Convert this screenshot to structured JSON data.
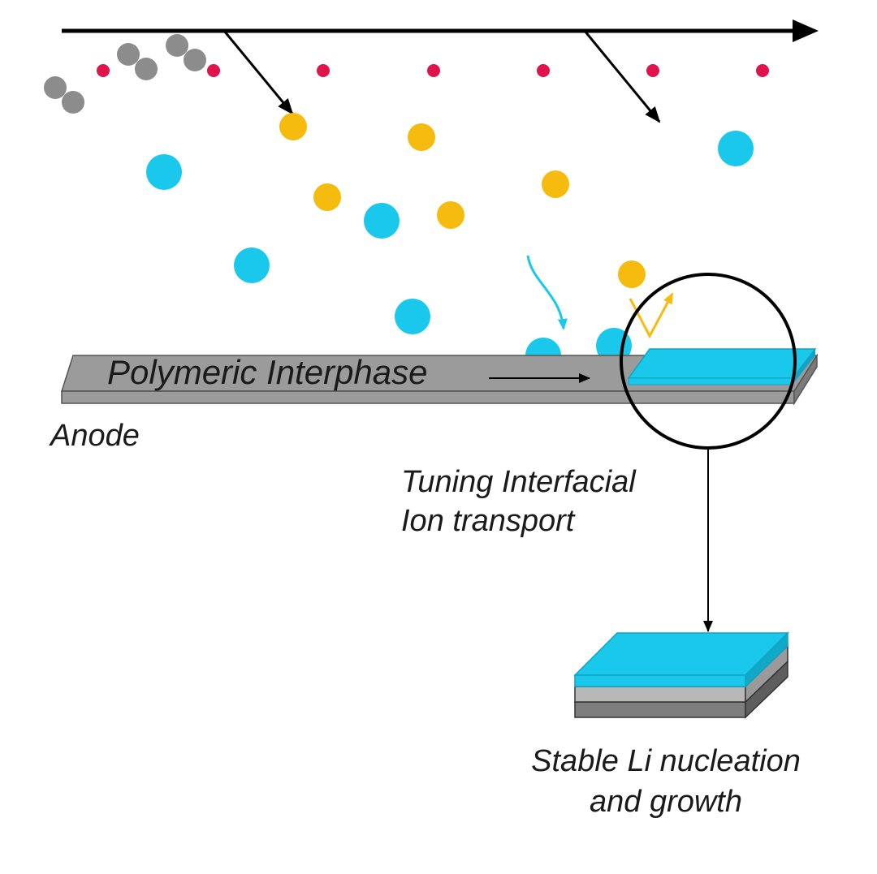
{
  "labels": {
    "interphase": "Polymeric Interphase",
    "anode": "Anode",
    "tuning_line1": "Tuning Interfacial",
    "tuning_line2": "Ion transport",
    "stable_line1": "Stable Li nucleation",
    "stable_line2": "and growth"
  },
  "colors": {
    "lithium_ion": "#19c8ea",
    "anion": "#f5bc0f",
    "small_particle": "#e0134c",
    "solvent_molecule": "#8c8c8c",
    "interphase_top": "#9b9b9b",
    "interphase_side": "#7b7b7b",
    "lithium_layer": "#19c8ea",
    "arrow": "#000000",
    "anion_arrow": "#f5bc0f",
    "ion_arrow": "#19c8ea"
  }
}
